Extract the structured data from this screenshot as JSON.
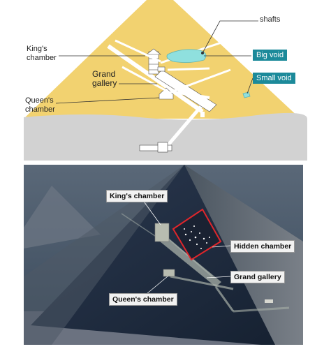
{
  "top_diagram": {
    "labels": {
      "shafts": "shafts",
      "kings_chamber": "King's\nchamber",
      "grand_gallery": "Grand\ngallery",
      "queens_chamber": "Queen's\nchamber",
      "big_void": "Big void",
      "small_void": "Small void"
    },
    "colors": {
      "pyramid": "#f2d270",
      "ground": "#d2d2d2",
      "void": "#8fe0de",
      "tag_bg": "#1c8a9a",
      "passages": "#ffffff"
    }
  },
  "bottom_render": {
    "labels": {
      "kings_chamber": "King's chamber",
      "hidden_chamber": "Hidden chamber",
      "grand_gallery": "Grand gallery",
      "queens_chamber": "Queen's chamber"
    },
    "colors": {
      "sky": "#3a4a5c",
      "pyramid_face": "#1f2a3a",
      "hidden_chamber_outline": "#e0262b"
    }
  }
}
